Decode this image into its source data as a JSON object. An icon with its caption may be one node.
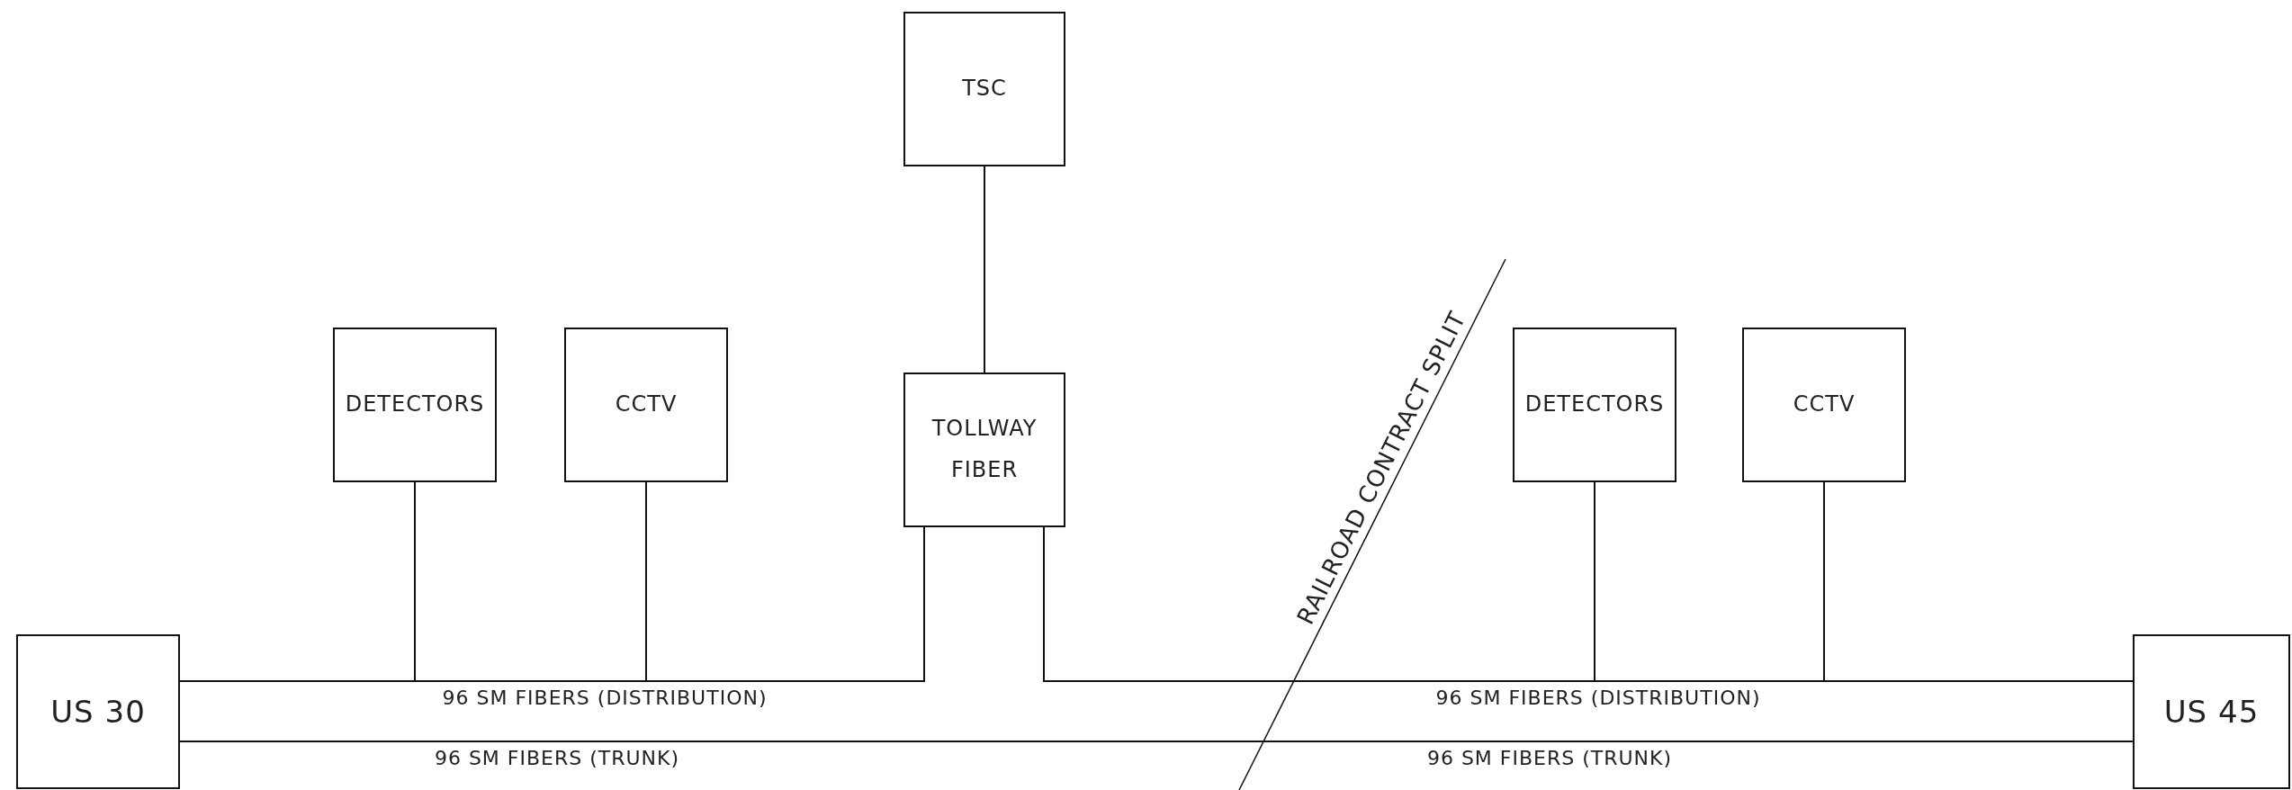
{
  "diagram": {
    "nodes": [
      {
        "text": [
          "TSC"
        ]
      },
      {
        "text": [
          "DETECTORS"
        ]
      },
      {
        "text": [
          "CCTV"
        ]
      },
      {
        "text": [
          "TOLLWAY FIBER"
        ]
      },
      {
        "text": [
          "DETECTORS"
        ]
      },
      {
        "text": [
          "CCTV"
        ]
      },
      {
        "text": [
          "US 30"
        ]
      },
      {
        "text": [
          "US 45"
        ]
      }
    ],
    "edges": [
      {
        "from": 0,
        "to": 3,
        "arrow": "none"
      },
      {
        "from": 6,
        "to": 3,
        "arrow": "none",
        "label": "96 SM FIBERS (DISTRIBUTION)"
      },
      {
        "from": 1,
        "to": 6,
        "arrow": "none"
      },
      {
        "from": 2,
        "to": 6,
        "arrow": "none"
      },
      {
        "from": 3,
        "to": 7,
        "arrow": "none",
        "label": "96 SM FIBERS (DISTRIBUTION)"
      },
      {
        "from": 4,
        "to": 7,
        "arrow": "none"
      },
      {
        "from": 5,
        "to": 7,
        "arrow": "none"
      },
      {
        "from": 6,
        "to": 7,
        "arrow": "none",
        "label": "96 SM FIBERS (TRUNK)"
      }
    ],
    "labels": [
      "RAILROAD CONTRACT SPLIT",
      "96 SM FIBERS (TRUNK)"
    ]
  }
}
